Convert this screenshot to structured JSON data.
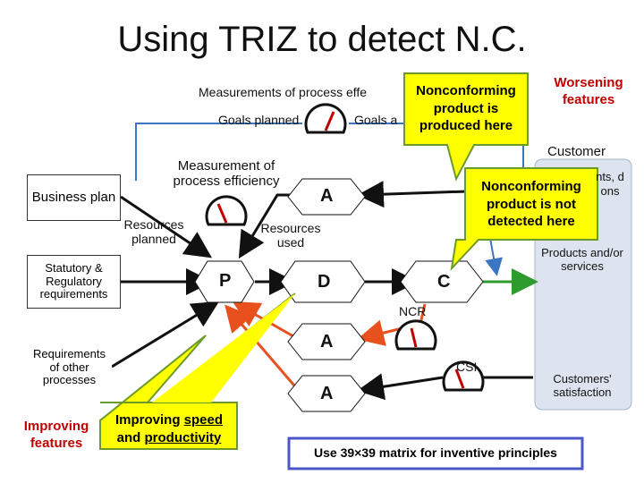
{
  "title": "Using TRIZ to detect N.C.",
  "labels": {
    "measurements": "Measurements of process effe",
    "goals_planned": "Goals planned",
    "goals_achieved": "Goals a",
    "measurement_efficiency": "Measurement of process efficiency",
    "resources_planned": "Resources planned",
    "resources_used": "Resources used",
    "ncr": "NCR",
    "csi": "CSI",
    "customer": "Customer",
    "customer_partial": "nts, d ons"
  },
  "boxes": {
    "business_plan": "Business plan",
    "statutory": "Statutory & Regulatory requirements",
    "requirements_other": "Requirements of other processes",
    "products": "Products and/or services",
    "satisfaction": "Customers' satisfaction"
  },
  "pdca": {
    "p": "P",
    "d": "D",
    "c": "C",
    "a_top": "A",
    "a_mid": "A",
    "a_bot": "A"
  },
  "callouts": {
    "produced": "Nonconforming product is produced here",
    "detected": "Nonconforming product is not detected here",
    "improving": "Improving speed and productivity",
    "improving_speed": "speed",
    "improving_prod": "productivity"
  },
  "features": {
    "worsening": "Worsening features",
    "improving": "Improving features"
  },
  "matrix_note": "Use 39×39 matrix for inventive principles",
  "colors": {
    "red_arrow": "#e8501e",
    "green_arrow": "#2e9b2e",
    "blue_line": "#3a76c4",
    "callout_fill": "#ffff00",
    "callout_border": "#6b9a2a",
    "accent_text": "#c00000",
    "panel": "#dde4ef"
  }
}
